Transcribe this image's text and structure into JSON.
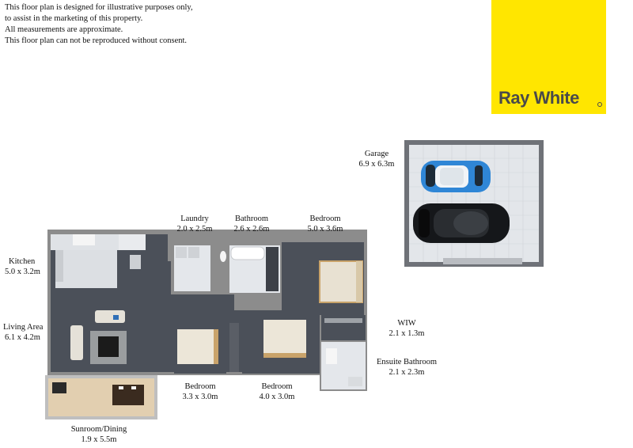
{
  "disclaimer": [
    "This floor plan is designed for illustrative purposes only,",
    "to assist in the marketing of this property.",
    "All measurements are approximate.",
    "This floor plan can not be reproduced without consent."
  ],
  "brand": {
    "name": "Ray White",
    "color": "#ffe600",
    "text_color": "#4a4a4a"
  },
  "rooms": {
    "garage": {
      "name": "Garage",
      "size": "6.9 x 6.3m"
    },
    "laundry": {
      "name": "Laundry",
      "size": "2.0 x 2.5m"
    },
    "bathroom": {
      "name": "Bathroom",
      "size": "2.6 x 2.6m"
    },
    "bedroom_master": {
      "name": "Bedroom",
      "size": "5.0 x 3.6m"
    },
    "kitchen": {
      "name": "Kitchen",
      "size": "5.0 x 3.2m"
    },
    "living": {
      "name": "Living Area",
      "size": "6.1 x 4.2m"
    },
    "wiw": {
      "name": "WIW",
      "size": "2.1 x 1.3m"
    },
    "ensuite": {
      "name": "Ensuite Bathroom",
      "size": "2.1 x 2.3m"
    },
    "bedroom_2": {
      "name": "Bedroom",
      "size": "3.3 x 3.0m"
    },
    "bedroom_3": {
      "name": "Bedroom",
      "size": "4.0 x 3.0m"
    },
    "sunroom": {
      "name": "Sunroom/Dining",
      "size": "1.9 x 5.5m"
    }
  },
  "colors": {
    "floor_dark": "#4b5059",
    "wall": "#8c8c8c",
    "tile": "#e3e6ea",
    "timber": "#e2cfb0",
    "car_blue": "#2f86d6"
  }
}
